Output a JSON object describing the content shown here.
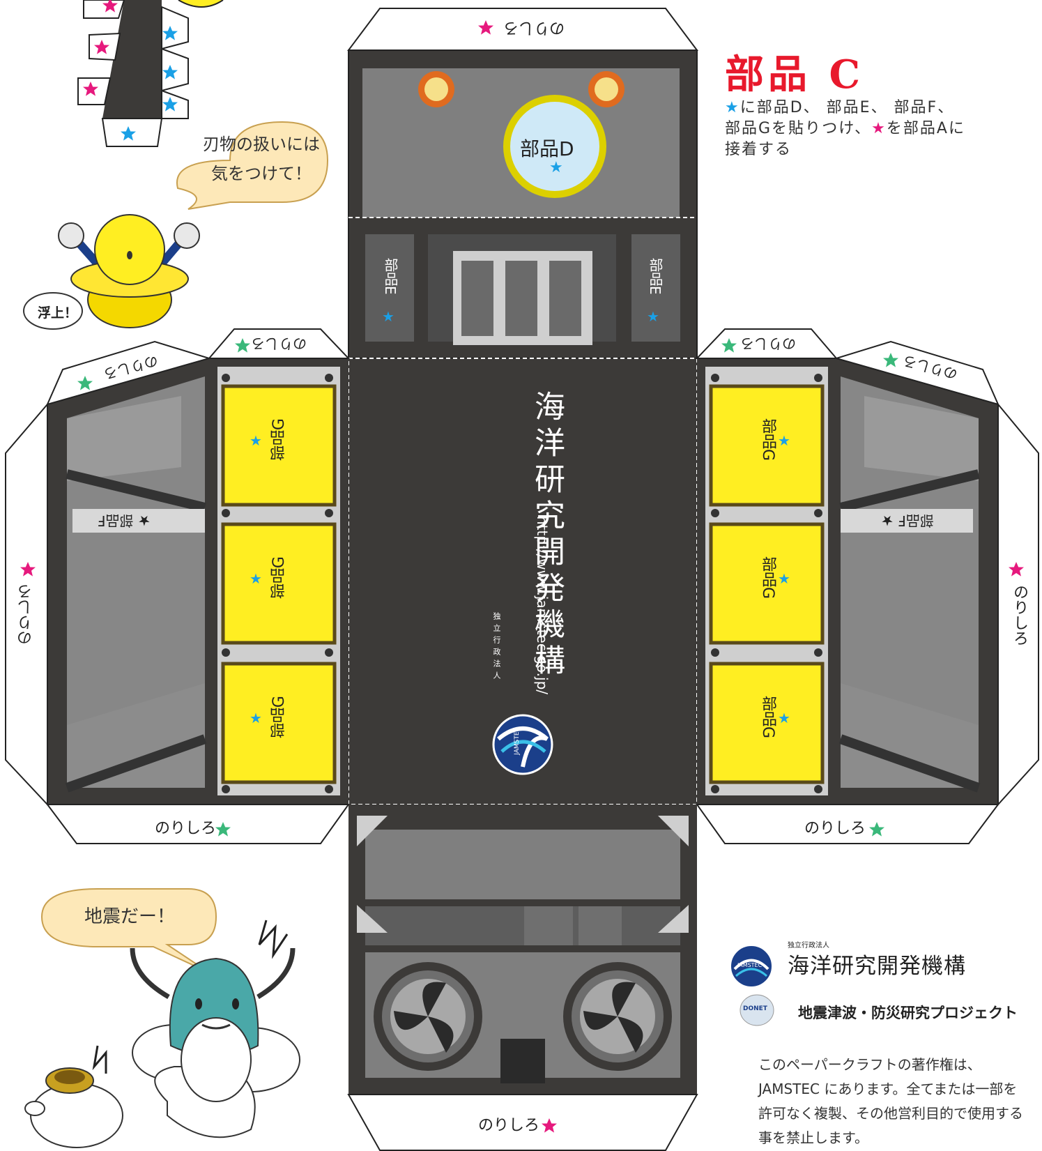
{
  "part": {
    "title": "部品 C",
    "description_line1": "に部品D、 部品E、 部品F、",
    "description_line2": "部品Gを貼りつけ、",
    "description_line2b": "を部品Aに",
    "description_line3": "接着する"
  },
  "labels": {
    "glue": "のりしろ",
    "part_d": "部品D",
    "part_e": "部品E",
    "part_f": "部品F",
    "part_g": "部品G"
  },
  "characters": {
    "bubble_top": [
      "刃物の扱いには",
      "気をつけて！"
    ],
    "float_label": "浮上！",
    "bubble_bottom": "地震だー！"
  },
  "jamstec": {
    "org_small": "独立行政法人",
    "org_name": "海洋研究開発機構",
    "url": "http://www.jamstec.go.jp/",
    "logo_text": "JAMSTEC"
  },
  "donet": {
    "logo_text": "DONET",
    "project": "地震津波・防災研究プロジェクト"
  },
  "copyright": "このペーパークラフトの著作権は、JAMSTEC にあります。全てまたは一部を許可なく複製、その他営利目的で使用する事を禁止します。",
  "colors": {
    "title_red": "#e8192c",
    "star_blue": "#1aa0e6",
    "star_pink": "#e6197d",
    "star_green": "#3ab87a",
    "panel_dark": "#3c3a38",
    "panel_gray": "#7f7f7f",
    "part_g_yellow": "#ffee22",
    "part_d_ring": "#dcd000",
    "part_d_fill": "#cfe9f7"
  }
}
